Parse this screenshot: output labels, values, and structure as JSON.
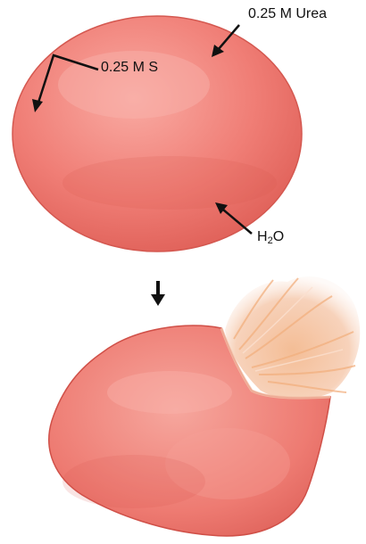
{
  "labels": {
    "urea": "0.25 M Urea",
    "solute_s": "0.25 M S",
    "water_base": "H",
    "water_sub": "2",
    "water_end": "O"
  },
  "colors": {
    "cell_fill": "#f07a72",
    "cell_highlight": "#f7a29a",
    "cell_shadow": "#d9544d",
    "burst_spray": "#f5c3a3",
    "arrow": "#111111"
  }
}
